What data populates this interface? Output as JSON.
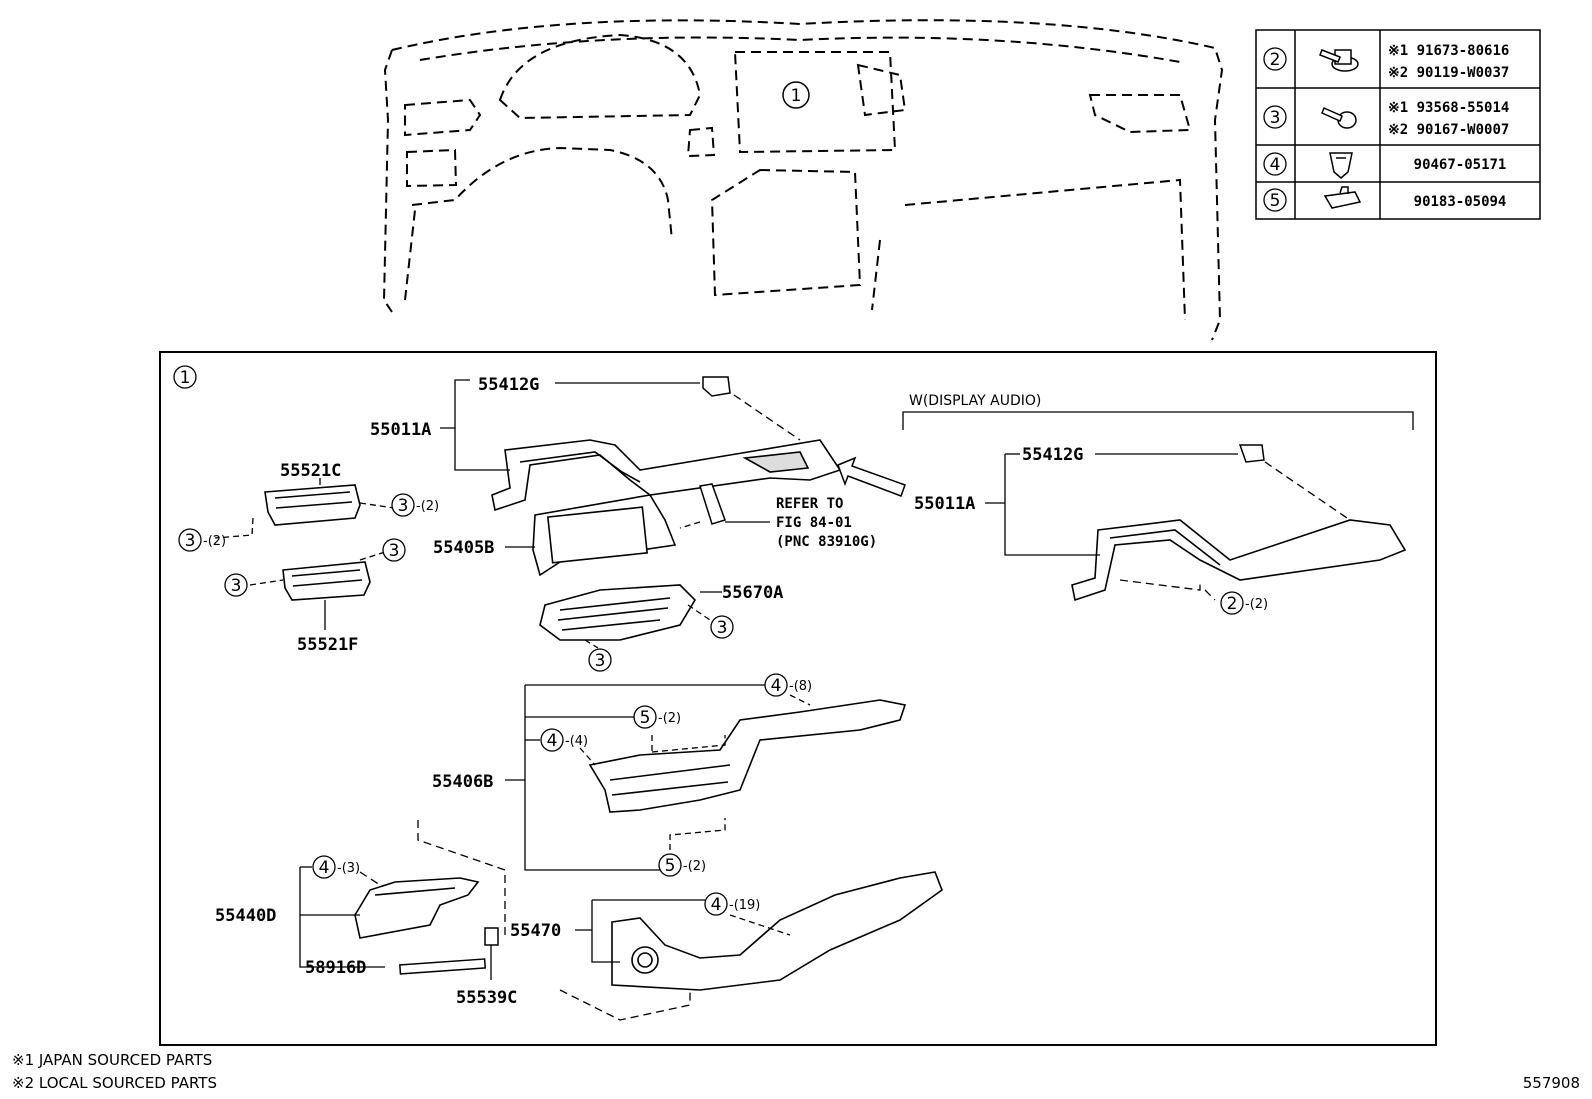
{
  "fastener_table": {
    "rows": [
      {
        "key": "2",
        "icon": "bolt-washer-icon",
        "line1": "※1 91673-80616",
        "line2": "※2 90119-W0037"
      },
      {
        "key": "3",
        "icon": "screw-icon",
        "line1": "※1 93568-55014",
        "line2": "※2 90167-W0007"
      },
      {
        "key": "4",
        "icon": "clip-icon",
        "line1": "90467-05171",
        "line2": ""
      },
      {
        "key": "5",
        "icon": "nut-icon",
        "line1": "90183-05094",
        "line2": ""
      }
    ]
  },
  "overview": {
    "callout": "1"
  },
  "detail": {
    "callout": "1",
    "variant_label": "W(DISPLAY AUDIO)",
    "refer": {
      "line1": "REFER TO",
      "line2": "FIG 84-01",
      "line3": "(PNC 83910G)"
    }
  },
  "parts": {
    "p55412G_a": "55412G",
    "p55011A_a": "55011A",
    "p55521C": "55521C",
    "p55405B": "55405B",
    "p55670A": "55670A",
    "p55521F": "55521F",
    "p55406B": "55406B",
    "p55440D": "55440D",
    "p58916D": "58916D",
    "p55539C": "55539C",
    "p55470": "55470",
    "p55412G_b": "55412G",
    "p55011A_b": "55011A"
  },
  "callouts": {
    "c3_a": "3",
    "c3_a_q": "-(2)",
    "c3_b": "3",
    "c3_b_q": "-(2)",
    "c3_c": "3",
    "c3_d": "3",
    "c3_e": "3",
    "c3_f": "3",
    "c4_a": "4",
    "c4_a_q": "-(8)",
    "c5_a": "5",
    "c5_a_q": "-(2)",
    "c4_b": "4",
    "c4_b_q": "-(4)",
    "c5_b": "5",
    "c5_b_q": "-(2)",
    "c4_c": "4",
    "c4_c_q": "-(3)",
    "c4_d": "4",
    "c4_d_q": "-(19)",
    "c2_a": "2",
    "c2_a_q": "-(2)"
  },
  "footnotes": {
    "n1": "※1 JAPAN SOURCED PARTS",
    "n2": "※2 LOCAL SOURCED PARTS"
  },
  "diagram_id": "557908"
}
